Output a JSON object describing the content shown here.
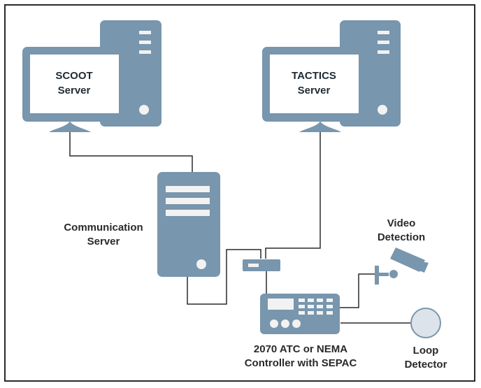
{
  "colors": {
    "device": "#7896ad",
    "line": "#2a2a2a",
    "screen_bg": "#ffffff",
    "light_panel": "#f2f2f2",
    "loop": "#dde3ea"
  },
  "nodes": {
    "scoot_server": {
      "line1": "SCOOT",
      "line2": "Server",
      "icon": "desktop-computer-icon"
    },
    "tactics_server": {
      "line1": "TACTICS",
      "line2": "Server",
      "icon": "desktop-computer-icon"
    },
    "communication_server": {
      "line1": "Communication",
      "line2": "Server",
      "icon": "tower-server-icon"
    },
    "network_switch": {
      "icon": "network-switch-icon"
    },
    "controller": {
      "line1": "2070 ATC or NEMA",
      "line2": "Controller with SEPAC",
      "icon": "traffic-controller-icon"
    },
    "video_detection": {
      "line1": "Video",
      "line2": "Detection",
      "icon": "camera-icon"
    },
    "loop_detector": {
      "line1": "Loop",
      "line2": "Detector",
      "icon": "loop-detector-icon"
    }
  }
}
